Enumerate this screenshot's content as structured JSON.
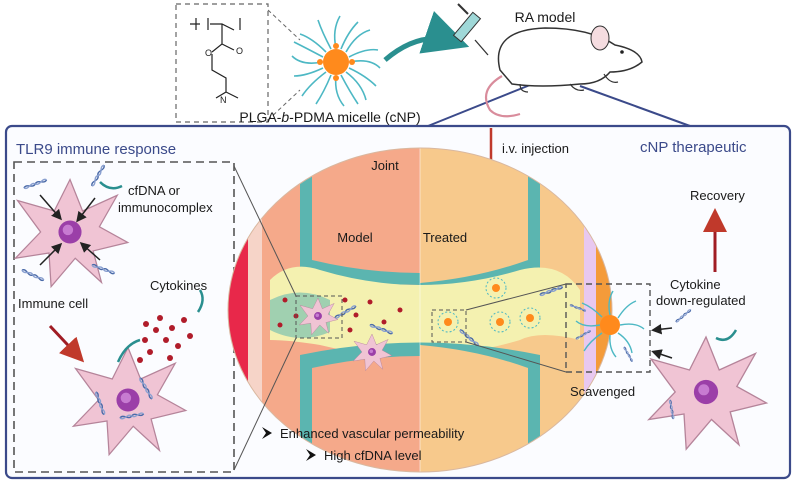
{
  "labels": {
    "micelle": {
      "pre": "PLGA-",
      "italic": "b",
      "post": "-PDMA micelle (cNP)"
    },
    "ra_model": "RA model",
    "injection": "i.v. injection",
    "tlr9_header": "TLR9 immune response",
    "cnp_header": "cNP therapeutic",
    "joint": "Joint",
    "model": "Model",
    "treated": "Treated",
    "cfdna_line1": "cfDNA or",
    "cfdna_line2": "immunocomplex",
    "cytokines": "Cytokines",
    "immune_cell": "Immune cell",
    "recovery": "Recovery",
    "cytokine_down_line1": "Cytokine",
    "cytokine_down_line2": "down-regulated",
    "scavenged": "Scavenged",
    "bullet1": "Enhanced vascular permeability",
    "bullet2": "High cfDNA level"
  },
  "colors": {
    "frame": "#3b4a8a",
    "cell": "#f0c4d4",
    "nucleus": "#9b3fa8",
    "arrow_red": "#c0392b",
    "teal": "#2a8f8f",
    "model_bg": "#f5a98a",
    "treated_bg": "#f7c98c",
    "cartilage": "#5bb5b0",
    "synovium": "#f4f1b0",
    "core": "#ff8a1c",
    "dot": "#b01c2a"
  }
}
